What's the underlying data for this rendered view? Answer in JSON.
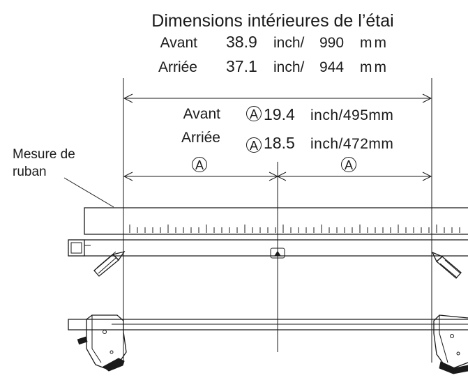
{
  "title": "Dimensions intérieures de l’étai",
  "overall": {
    "front": {
      "label": "Avant",
      "value": "38.9",
      "unit_in": "inch/",
      "value_mm": "990",
      "unit_mm": "mm"
    },
    "rear": {
      "label": "Arriée",
      "value": "37.1",
      "unit_in": "inch/",
      "value_mm": "944",
      "unit_mm": "mm"
    }
  },
  "half": {
    "symbol": "A",
    "front": {
      "label": "Avant",
      "value": "19.4",
      "unit": "inch/495mm"
    },
    "rear": {
      "label": "Arriée",
      "value": "18.5",
      "unit": "inch/472mm"
    }
  },
  "tape_label": {
    "line1": "Mesure de",
    "line2": "ruban"
  },
  "colors": {
    "ink": "#1a1a1a",
    "paper": "#ffffff"
  }
}
